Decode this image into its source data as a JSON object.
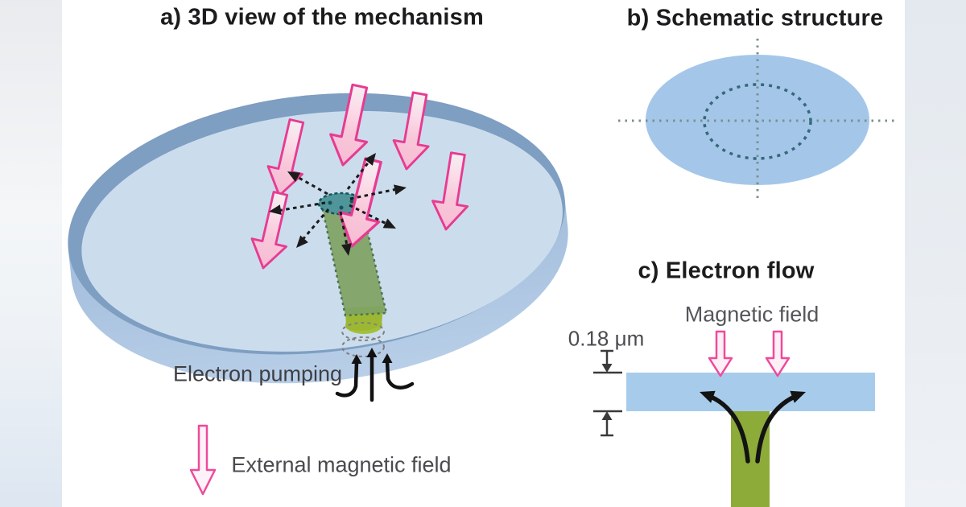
{
  "figure": {
    "panel_a": {
      "title": "a) 3D view of the mechanism",
      "electron_pumping_label": "Electron pumping"
    },
    "panel_b": {
      "title": "b) Schematic structure"
    },
    "panel_c": {
      "title": "c) Electron flow",
      "magnetic_field_label": "Magnetic field",
      "thickness_label": "0.18 μm"
    },
    "legend": {
      "external_field_label": "External magnetic field"
    },
    "colors": {
      "disk_face": "#cbdded",
      "disk_rim_dark": "#7e9ec2",
      "disk_side_top": "#93b1d3",
      "disk_side_bottom": "#b9cfe8",
      "schematic_ellipse": "#a4c7e9",
      "slab_blue": "#a7cceb",
      "pillar_olive": "#8cab39",
      "pillar_translucent_green": "#7fa263",
      "pillar_top_teal": "#4f9599",
      "arrow_pink_stroke": "#e73b92",
      "arrow_pink_fill": "#f8c6d9",
      "dashed_arrow_black": "#1b1b1b",
      "crosshair_dash": "#7a908f",
      "inner_ellipse_dash": "#36687a",
      "text_dark": "#1c1c1e",
      "text_gray": "#4a4b4f"
    }
  }
}
